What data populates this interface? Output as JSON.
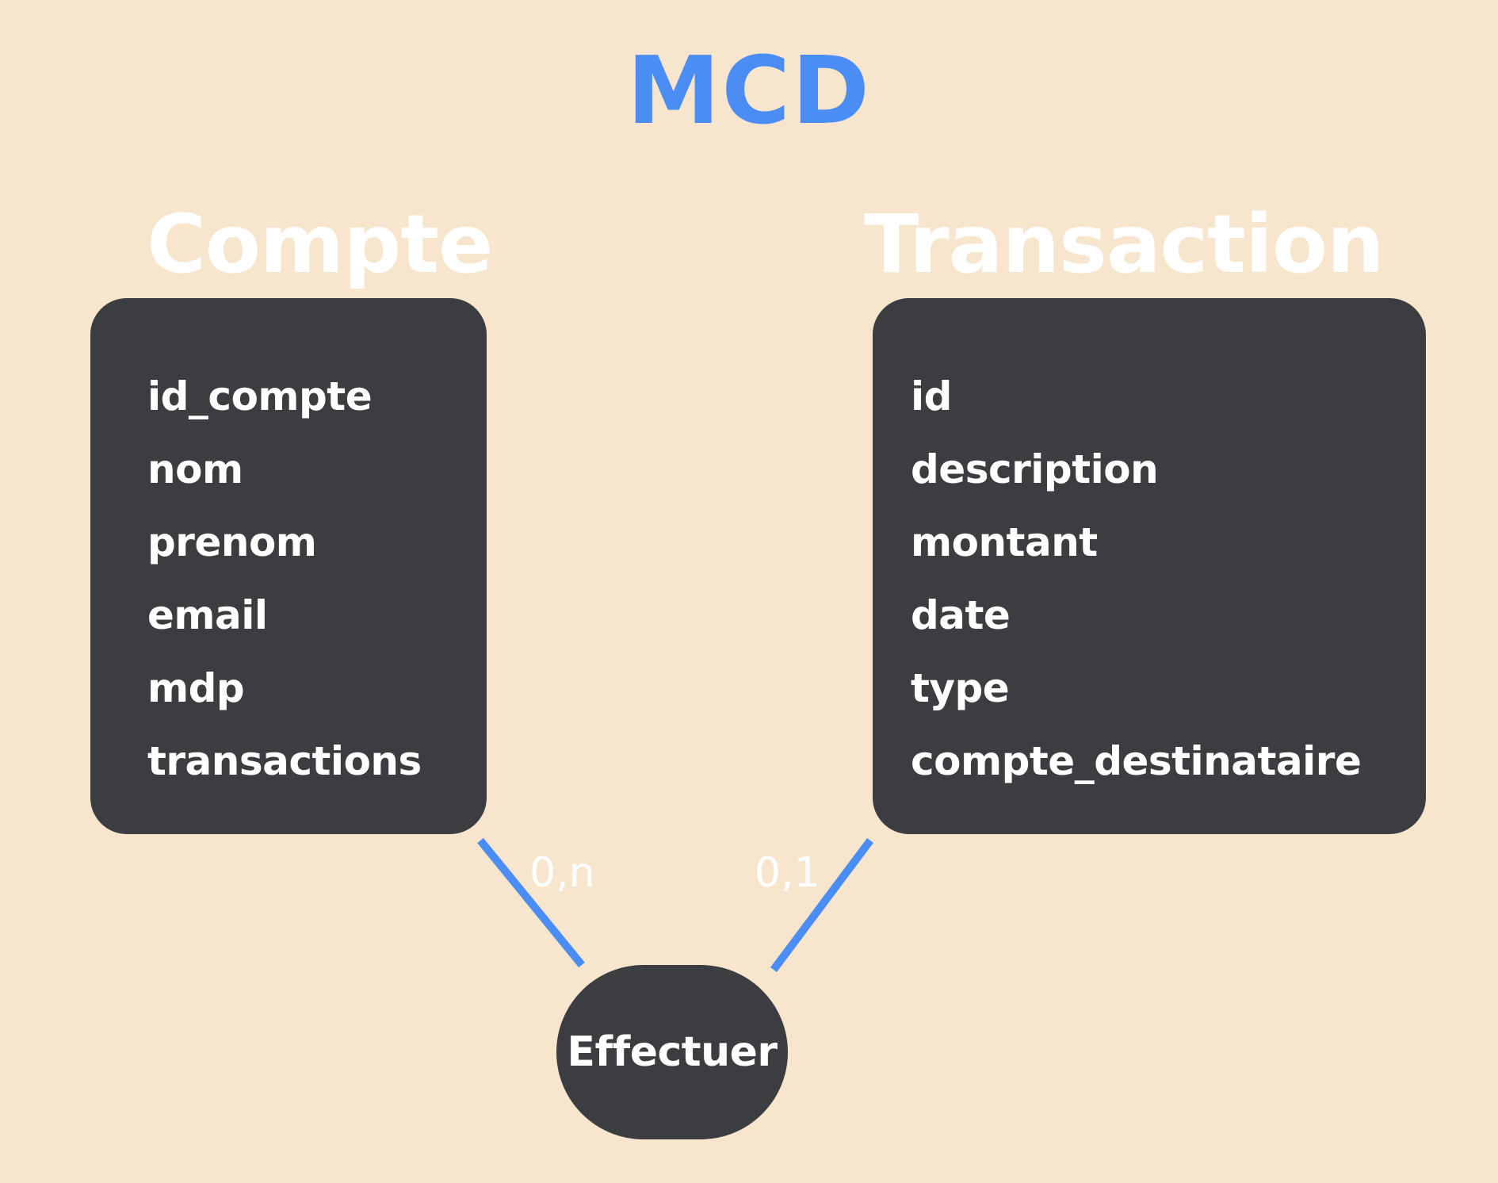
{
  "diagram": {
    "title": "MCD",
    "colors": {
      "background": "#f7e6cd",
      "accent": "#4a8ef5",
      "box": "#3c3d41",
      "text": "#ffffff"
    },
    "entities": [
      {
        "name": "Compte",
        "attributes": [
          "id_compte",
          "nom",
          "prenom",
          "email",
          "mdp",
          "transactions"
        ]
      },
      {
        "name": "Transaction",
        "attributes": [
          "id",
          "description",
          "montant",
          "date",
          "type",
          "compte_destinataire"
        ]
      }
    ],
    "association": {
      "name": "Effectuer",
      "cardinalities": [
        "0,n",
        "0,1"
      ]
    }
  }
}
